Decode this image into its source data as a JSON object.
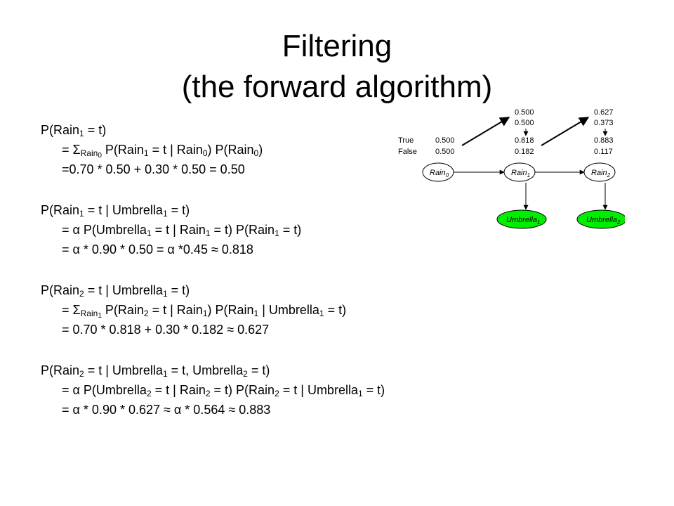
{
  "slide": {
    "title_line1": "Filtering",
    "title_line2": "(the forward algorithm)"
  },
  "body": {
    "s1": {
      "l1": [
        "P(Rain",
        "1",
        " = t)"
      ],
      "l2": [
        "= Σ",
        "Rain",
        "0",
        " P(Rain",
        "1",
        " = t | Rain",
        "0",
        ") P(Rain",
        "0",
        ")"
      ],
      "l3": "=0.70 * 0.50 + 0.30 * 0.50 = 0.50"
    },
    "s2": {
      "l1": [
        "P(Rain",
        "1",
        " = t | Umbrella",
        "1",
        " = t)"
      ],
      "l2": [
        "= α P(Umbrella",
        "1",
        " = t | Rain",
        "1",
        " = t) P(Rain",
        "1",
        " = t)"
      ],
      "l3": "= α * 0.90 * 0.50 = α *0.45 ≈ 0.818"
    },
    "s3": {
      "l1": [
        "P(Rain",
        "2",
        " = t | Umbrella",
        "1",
        " = t)"
      ],
      "l2": [
        "= Σ",
        "Rain",
        "1",
        " P(Rain",
        "2",
        " = t | Rain",
        "1",
        ") P(Rain",
        "1",
        " | Umbrella",
        "1",
        " = t)"
      ],
      "l3": "= 0.70 * 0.818 + 0.30 * 0.182 ≈ 0.627"
    },
    "s4": {
      "l1": [
        "P(Rain",
        "2",
        " = t | Umbrella",
        "1",
        " = t, Umbrella",
        "2",
        " = t)"
      ],
      "l2": [
        "= α P(Umbrella",
        "2",
        " = t | Rain",
        "2",
        " = t) P(Rain",
        "2",
        " = t | Umbrella",
        "1",
        " = t)"
      ],
      "l3": "= α * 0.90 * 0.627 ≈ α * 0.564 ≈ 0.883"
    }
  },
  "diagram": {
    "row_labels": {
      "true": "True",
      "false": "False"
    },
    "rain_nodes": [
      {
        "base": "Rain",
        "sub": "0"
      },
      {
        "base": "Rain",
        "sub": "1"
      },
      {
        "base": "Rain",
        "sub": "2"
      }
    ],
    "umbrella_nodes": [
      {
        "base": "Umbrella",
        "sub": "1"
      },
      {
        "base": "Umbrella",
        "sub": "2"
      }
    ],
    "prob_col0": {
      "t": "0.500",
      "f": "0.500"
    },
    "prob_col1_pred": {
      "t": "0.500",
      "f": "0.500"
    },
    "prob_col1_post": {
      "t": "0.818",
      "f": "0.182"
    },
    "prob_col2_pred": {
      "t": "0.627",
      "f": "0.373"
    },
    "prob_col2_post": {
      "t": "0.883",
      "f": "0.117"
    },
    "colors": {
      "umbrella_fill": "#00ee00",
      "stroke": "#000000"
    }
  }
}
